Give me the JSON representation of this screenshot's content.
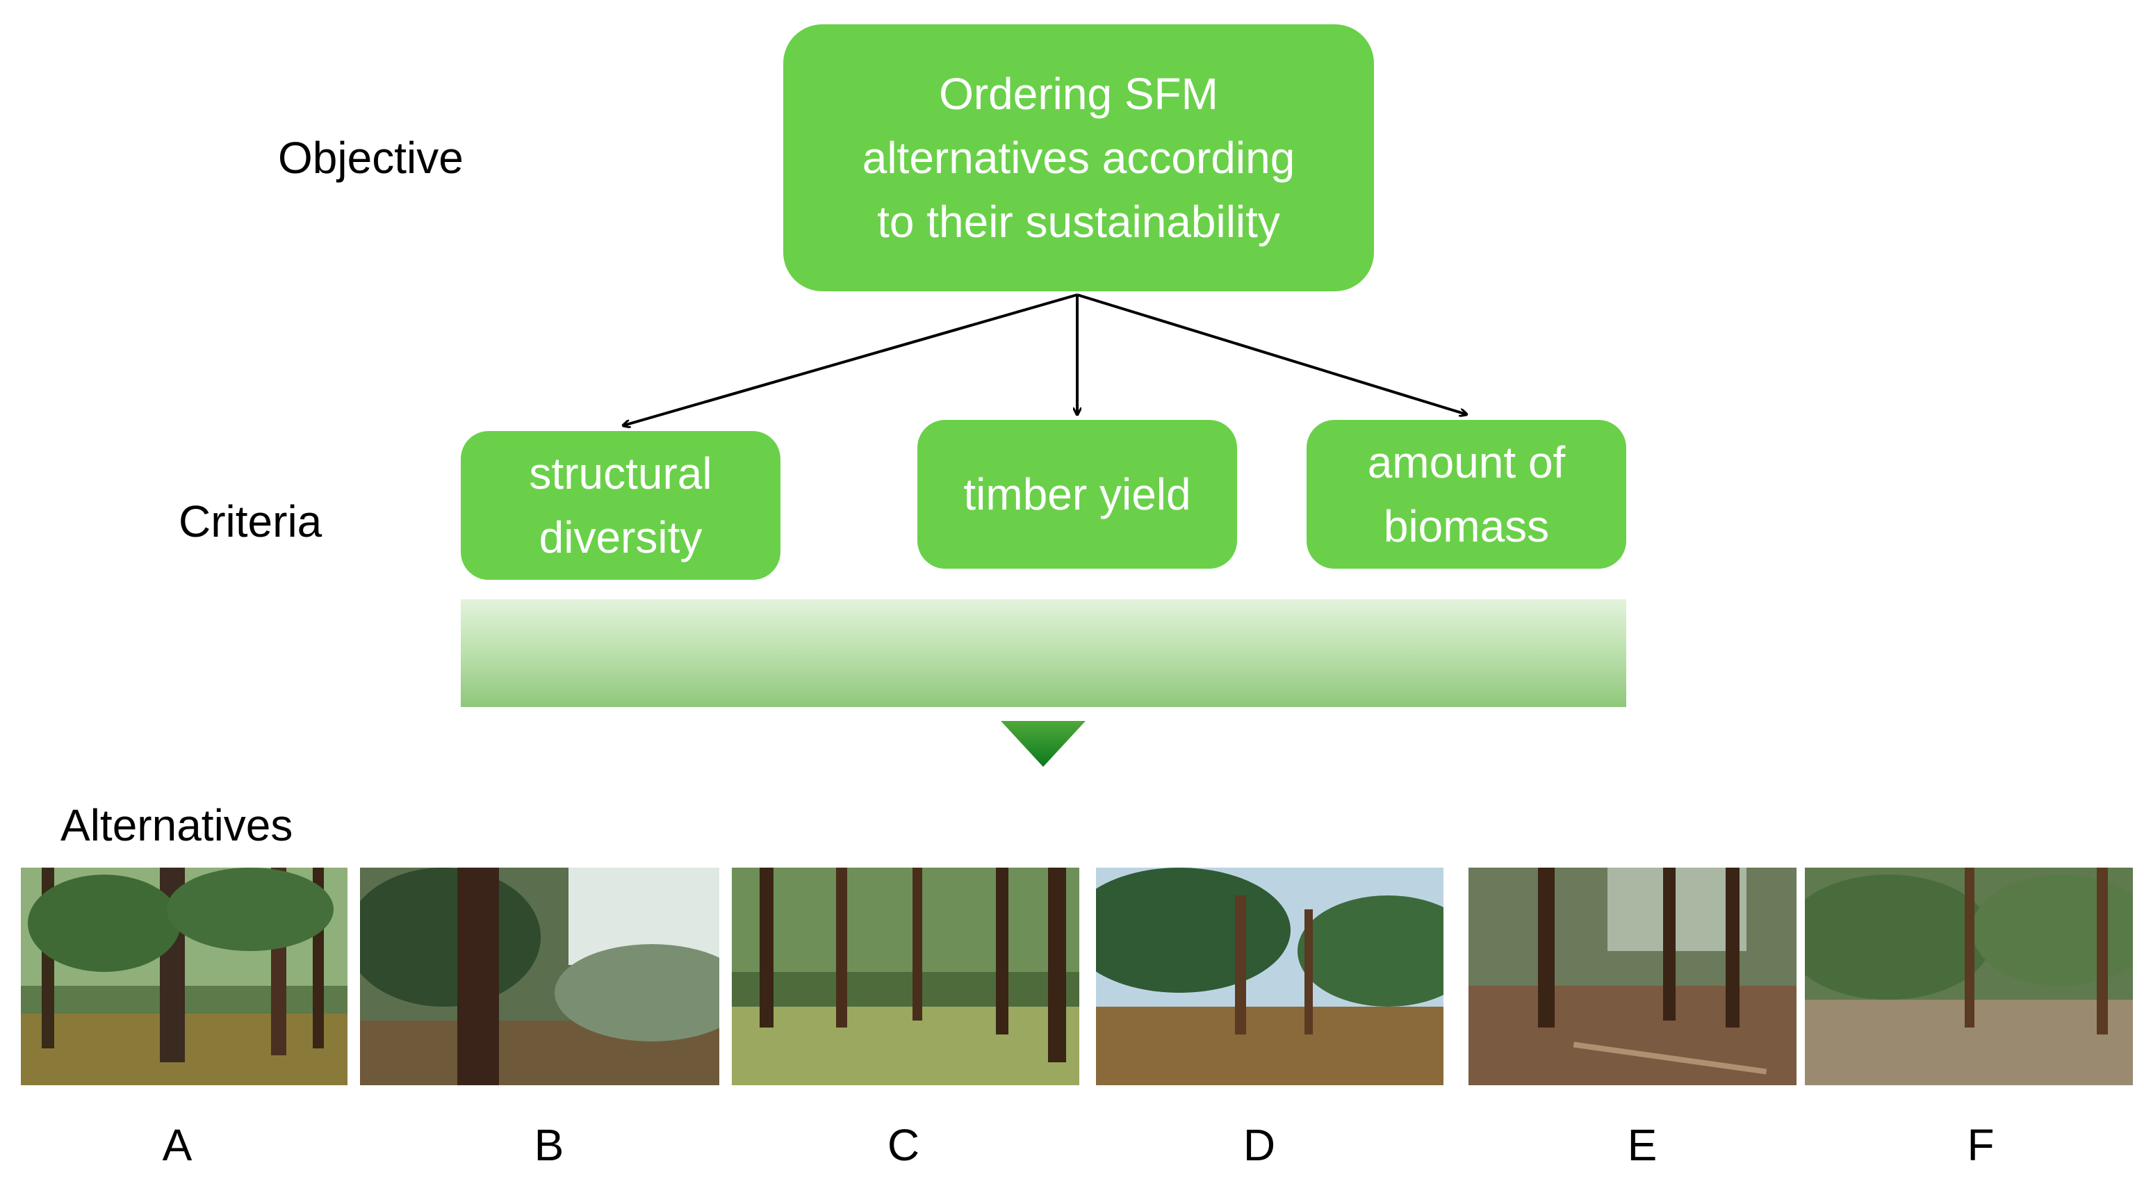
{
  "levels": {
    "objective": "Objective",
    "criteria": "Criteria",
    "alternatives": "Alternatives"
  },
  "objective_box": {
    "text": "Ordering  SFM\nalternatives according\nto their sustainability"
  },
  "criteria": [
    {
      "text": "structural\ndiversity"
    },
    {
      "text": "timber yield"
    },
    {
      "text": "amount of\nbiomass"
    }
  ],
  "alternatives": [
    "A",
    "B",
    "C",
    "D",
    "E",
    "F"
  ],
  "colors": {
    "box_fill": "#6ad04a",
    "box_text": "#ffffff",
    "arrow": "#000000",
    "band_top": "#e3f3dc",
    "band_bottom": "#8fc77a",
    "down_arrow_top": "#4fa83a",
    "down_arrow_bottom": "#0c7a1e"
  },
  "photos": [
    {
      "name": "forest-photo-a",
      "description_icon": "pine-forest-image"
    },
    {
      "name": "forest-photo-b",
      "description_icon": "pine-forest-image"
    },
    {
      "name": "forest-photo-c",
      "description_icon": "pine-forest-image"
    },
    {
      "name": "forest-photo-d",
      "description_icon": "pine-forest-image"
    },
    {
      "name": "forest-photo-e",
      "description_icon": "pine-forest-image"
    },
    {
      "name": "forest-photo-f",
      "description_icon": "pine-forest-image"
    }
  ]
}
